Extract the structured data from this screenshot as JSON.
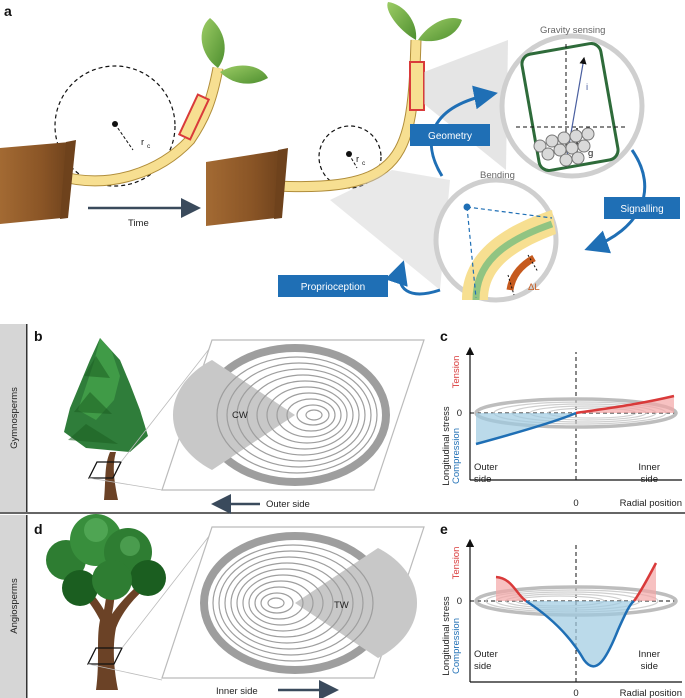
{
  "panels": {
    "a": "a",
    "b": "b",
    "c": "c",
    "d": "d",
    "e": "e"
  },
  "panel_a": {
    "rc_1": "r",
    "rc_1_sub": "c",
    "rc_2": "r",
    "rc_2_sub": "c",
    "time": "Time",
    "gravity_sensing": "Gravity sensing",
    "i": "i",
    "g": "g",
    "bending": "Bending",
    "delta_l": "ΔL",
    "geometry": "Geometry",
    "signalling": "Signalling",
    "proprioception": "Proprioception"
  },
  "side_labels": {
    "gymnosperms": "Gymnosperms",
    "angiosperms": "Angiosperms"
  },
  "panel_b": {
    "cw": "CW",
    "outer_side": "Outer side"
  },
  "panel_d": {
    "tw": "TW",
    "inner_side": "Inner side"
  },
  "panel_c": {
    "ylabel": "Longitudinal stress",
    "tension": "Tension",
    "compression": "Compression",
    "zero_y": "0",
    "zero_x": "0",
    "outer_1": "Outer",
    "outer_2": "side",
    "inner_1": "Inner",
    "inner_2": "side",
    "xlabel": "Radial position"
  },
  "panel_e": {
    "ylabel": "Longitudinal stress",
    "tension": "Tension",
    "compression": "Compression",
    "zero_y": "0",
    "zero_x": "0",
    "outer_1": "Outer",
    "outer_2": "side",
    "inner_1": "Inner",
    "inner_2": "side",
    "xlabel": "Radial position"
  },
  "colors": {
    "blue": "#1f6fb5",
    "red": "#d93a3a",
    "stem": "#f7df91",
    "pot": "#8a5a2b",
    "leaf": "#6aa84f",
    "tree_green": "#2e7d32",
    "grey": "#bfbfbf"
  }
}
